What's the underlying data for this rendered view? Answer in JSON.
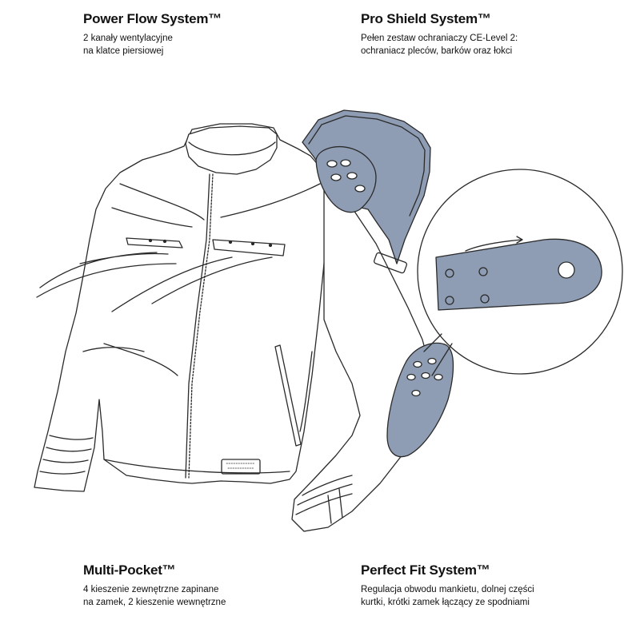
{
  "features": {
    "power_flow": {
      "title": "Power Flow System™",
      "description": "2 kanały wentylacyjne\nna klatce piersiowej"
    },
    "pro_shield": {
      "title": "Pro Shield System™",
      "description": "Pełen zestaw ochraniaczy CE-Level 2:\nochraniacz pleców, barków oraz łokci"
    },
    "multi_pocket": {
      "title": "Multi-Pocket™",
      "description": "4 kieszenie zewnętrzne zapinane\nna zamek, 2 kieszenie wewnętrzne"
    },
    "perfect_fit": {
      "title": "Perfect Fit System™",
      "description": "Regulacja obwodu mankietu, dolnej części\nkurtki, krótki zamek łączący ze spodniami"
    }
  },
  "colors": {
    "protector_fill": "#8e9db3",
    "line": "#2a2a2a",
    "background": "#ffffff"
  }
}
